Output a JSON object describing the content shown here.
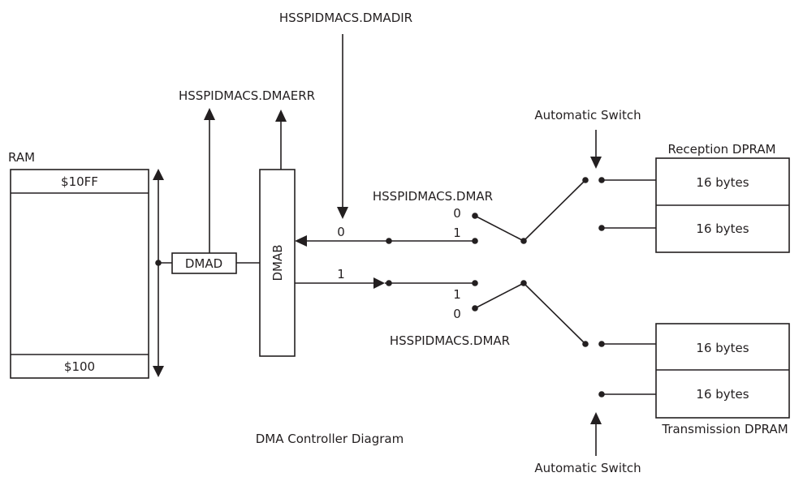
{
  "signals": {
    "dmadir": "HSSPIDMACS.DMADIR",
    "dmaerr": "HSSPIDMACS.DMAERR",
    "dmar_top": "HSSPIDMACS.DMAR",
    "dmar_bottom": "HSSPIDMACS.DMAR"
  },
  "ram": {
    "label": "RAM",
    "top_address": "$10FF",
    "bottom_address": "$100"
  },
  "blocks": {
    "dmad": "DMAD",
    "dmab": "DMAB"
  },
  "reception": {
    "title": "Reception DPRAM",
    "cells": [
      "16 bytes",
      "16 bytes"
    ]
  },
  "transmission": {
    "title": "Transmission DPRAM",
    "cells": [
      "16 bytes",
      "16 bytes"
    ]
  },
  "switches": {
    "top": "Automatic Switch",
    "bottom": "Automatic Switch"
  },
  "path_labels": {
    "dmab_in": "0",
    "dmab_out": "1",
    "dmadir_zero": "0",
    "dmar_top_0": "0",
    "dmar_top_1": "1",
    "dmar_bottom_1": "1",
    "dmar_bottom_0": "0"
  },
  "caption": "DMA Controller Diagram"
}
